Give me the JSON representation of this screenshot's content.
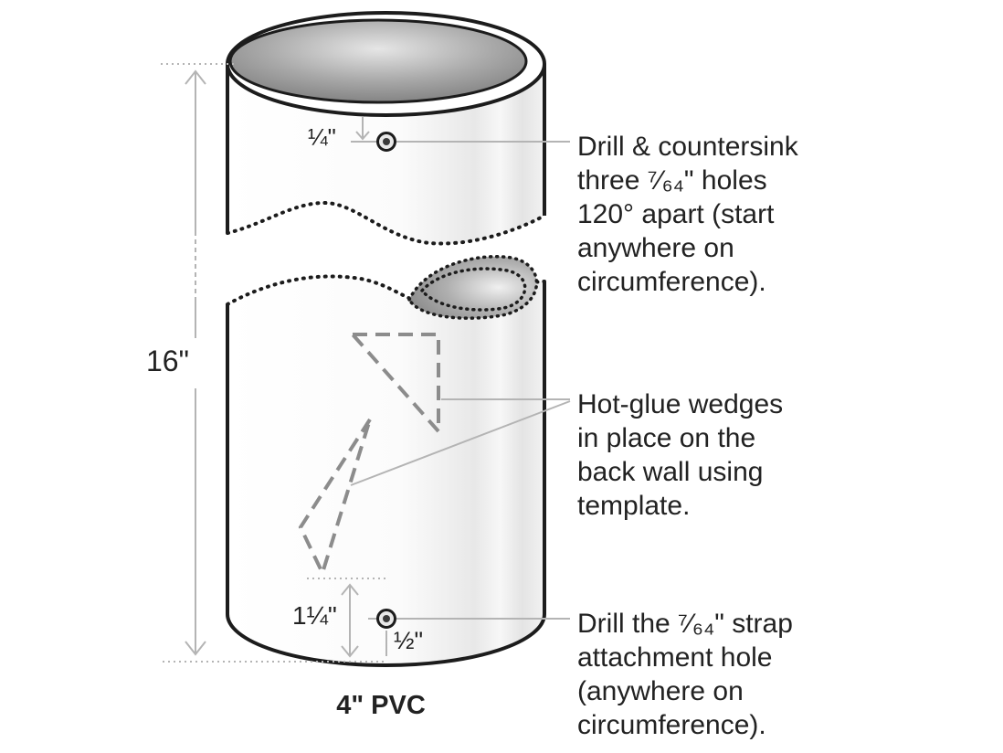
{
  "callouts": {
    "drill_countersink": {
      "lines": [
        "Drill & countersink",
        "three ⁷⁄₆₄\" holes",
        "120° apart (start",
        "anywhere on",
        "circumference)."
      ]
    },
    "hot_glue": {
      "lines": [
        "Hot-glue wedges",
        "in place on the",
        "back wall using",
        "template."
      ]
    },
    "strap_hole": {
      "lines": [
        "Drill the ⁷⁄₆₄\" strap",
        "attachment hole",
        "(anywhere on",
        "circumference)."
      ]
    }
  },
  "dimensions": {
    "height": "16\"",
    "top_hole_offset": "¼\"",
    "bottom_hole_offset": "1¼\"",
    "half_inch": "½\""
  },
  "caption": "4\" PVC",
  "colors": {
    "outline": "#1c1c1c",
    "leader": "#b4b4b4",
    "dashed_template": "#8c8c8c",
    "pipe_interior": "#8f8f8f",
    "pipe_body": "#fafafa",
    "text": "#222222"
  }
}
